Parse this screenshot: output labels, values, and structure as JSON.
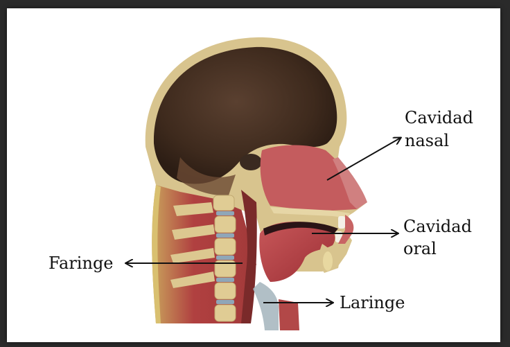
{
  "labels": {
    "nasal_line1": "Cavidad",
    "nasal_line2": "nasal",
    "oral_line1": "Cavidad",
    "oral_line2": "oral",
    "pharynx": "Faringe",
    "larynx": "Laringe"
  },
  "colors": {
    "background": "#ffffff",
    "brain": "#4a3324",
    "bone": "#d8c48e",
    "soft_tissue": "#b43a3a",
    "tongue": "#a83e46",
    "nasal_cavity": "#c76060",
    "arrow": "#111111"
  }
}
